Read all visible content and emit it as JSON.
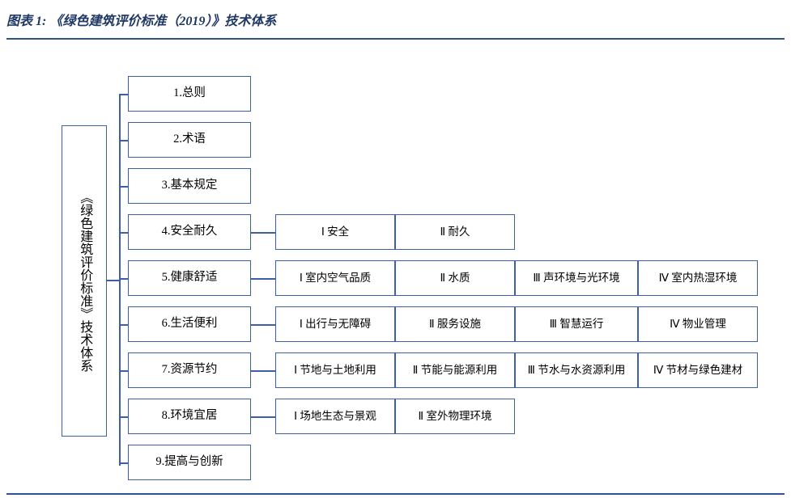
{
  "figure": {
    "title": "图表 1:  《绿色建筑评价标准（2019）》技术体系",
    "accent_color": "#1f3864",
    "rule_color": "#2e5395",
    "node_border_color": "#3d5fa8"
  },
  "chart_data": {
    "type": "diagram",
    "title": "《绿色建筑评价标准（2019）》技术体系",
    "root": "《绿色建筑评价标准》技术体系",
    "nodes": [
      {
        "id": "n1",
        "label": "1.总则",
        "children": []
      },
      {
        "id": "n2",
        "label": "2.术语",
        "children": []
      },
      {
        "id": "n3",
        "label": "3.基本规定",
        "children": []
      },
      {
        "id": "n4",
        "label": "4.安全耐久",
        "children": [
          "Ⅰ 安全",
          "Ⅱ 耐久"
        ]
      },
      {
        "id": "n5",
        "label": "5.健康舒适",
        "children": [
          "Ⅰ 室内空气品质",
          "Ⅱ 水质",
          "Ⅲ 声环境与光环境",
          "Ⅳ 室内热湿环境"
        ]
      },
      {
        "id": "n6",
        "label": "6.生活便利",
        "children": [
          "Ⅰ 出行与无障碍",
          "Ⅱ 服务设施",
          "Ⅲ 智慧运行",
          "Ⅳ 物业管理"
        ]
      },
      {
        "id": "n7",
        "label": "7.资源节约",
        "children": [
          "Ⅰ 节地与土地利用",
          "Ⅱ 节能与能源利用",
          "Ⅲ 节水与水资源利用",
          "Ⅳ 节材与绿色建材"
        ]
      },
      {
        "id": "n8",
        "label": "8.环境宜居",
        "children": [
          "Ⅰ 场地生态与景观",
          "Ⅱ 室外物理环境"
        ]
      },
      {
        "id": "n9",
        "label": "9.提高与创新",
        "children": []
      }
    ]
  }
}
